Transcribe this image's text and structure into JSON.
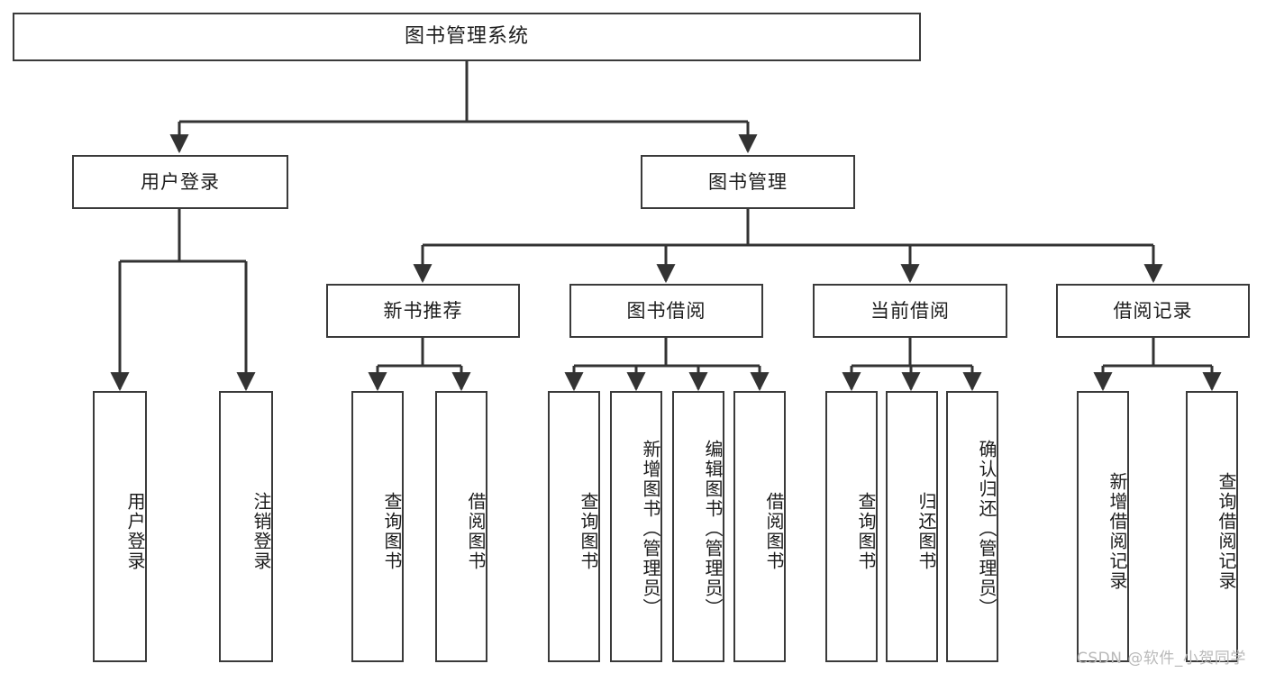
{
  "diagram": {
    "title": "图书管理系统",
    "watermark": "CSDN @软件_小贺同学",
    "colors": {
      "background": "#ffffff",
      "border": "#3a3a3a",
      "connector": "#333333",
      "text": "#1d1d1d",
      "watermark": "#b9b9b9"
    },
    "levels": {
      "root": {
        "label": "图书管理系统"
      },
      "level2": [
        {
          "label": "用户登录"
        },
        {
          "label": "图书管理"
        }
      ],
      "level3": [
        {
          "label": "新书推荐"
        },
        {
          "label": "图书借阅"
        },
        {
          "label": "当前借阅"
        },
        {
          "label": "借阅记录"
        }
      ],
      "leaves": {
        "user_login": [
          {
            "label": "用户登录"
          },
          {
            "label": "注销登录"
          }
        ],
        "new_book_recommend": [
          {
            "label": "查询图书"
          },
          {
            "label": "借阅图书"
          }
        ],
        "book_borrow": [
          {
            "label": "查询图书"
          },
          {
            "label": "新增图书（管理员）"
          },
          {
            "label": "编辑图书（管理员）"
          },
          {
            "label": "借阅图书"
          }
        ],
        "current_borrow": [
          {
            "label": "查询图书"
          },
          {
            "label": "归还图书"
          },
          {
            "label": "确认归还（管理员）"
          }
        ],
        "borrow_record": [
          {
            "label": "新增借阅记录"
          },
          {
            "label": "查询借阅记录"
          }
        ]
      }
    }
  }
}
